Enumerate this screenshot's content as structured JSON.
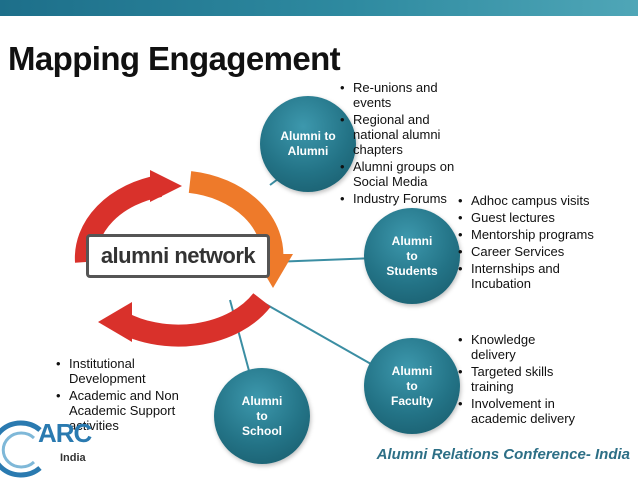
{
  "slide": {
    "title": "Mapping Engagement",
    "footer": "Alumni Relations Conference- India"
  },
  "center": {
    "label": "alumni network"
  },
  "nodes": [
    {
      "label": "Alumni to Alumni",
      "bullets": [
        "Re-unions and events",
        "Regional and national alumni chapters",
        "Alumni groups on Social Media",
        "Industry Forums"
      ]
    },
    {
      "label": "Alumni to Students",
      "bullets": [
        "Adhoc campus visits",
        "Guest lectures",
        "Mentorship programs",
        "Career Services",
        "Internships and Incubation"
      ]
    },
    {
      "label": "Alumni to Faculty",
      "bullets": [
        "Knowledge delivery",
        "Targeted skills training",
        "Involvement in academic delivery"
      ]
    },
    {
      "label": "Alumni to School",
      "bullets": [
        "Institutional Development",
        "Academic and Non Academic Support activities"
      ]
    }
  ],
  "logo": {
    "name": "ARC",
    "subtitle": "India"
  },
  "colors": {
    "teal": "#237386",
    "orange": "#ee7a2a",
    "red": "#d9312b",
    "footer": "#2d6f86"
  }
}
